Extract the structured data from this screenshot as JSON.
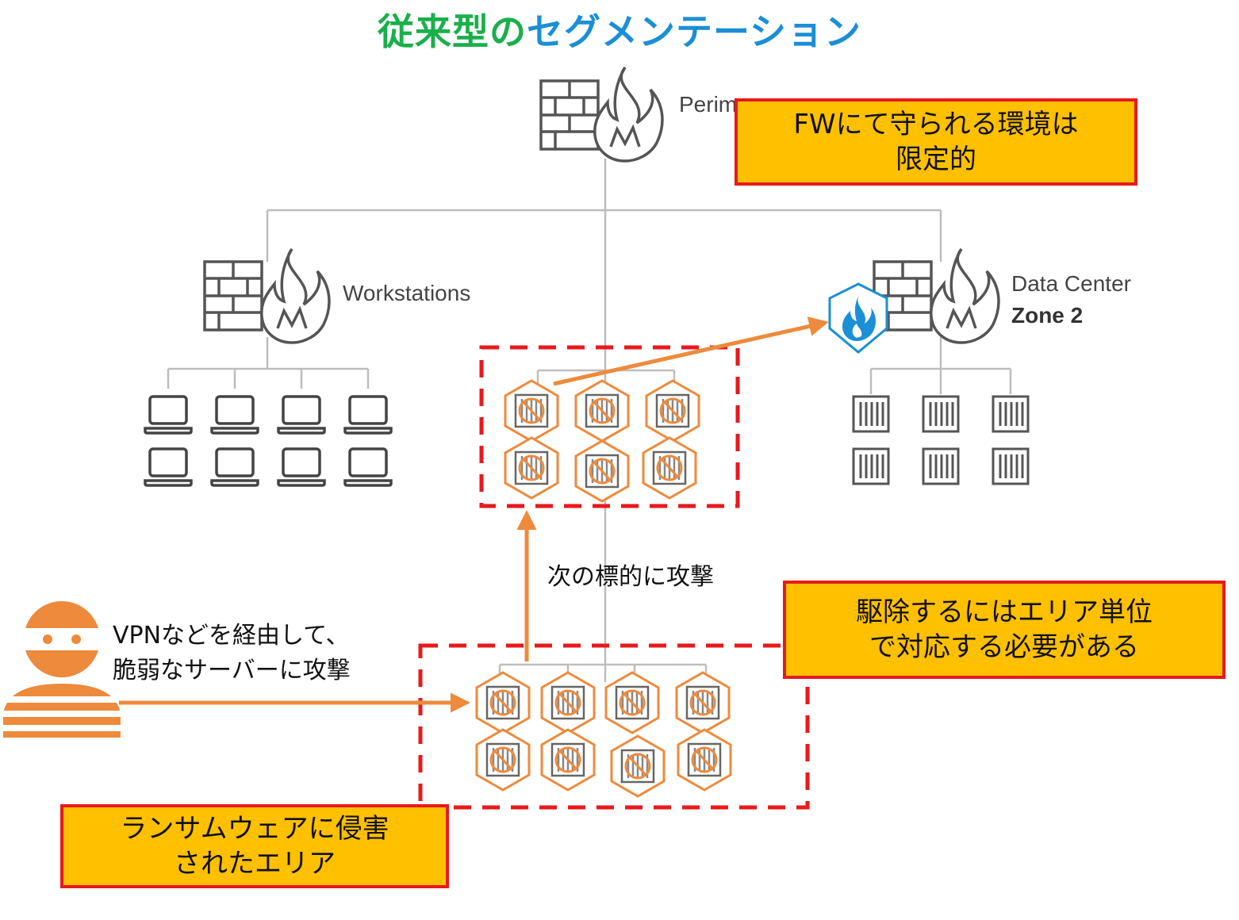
{
  "title": {
    "part1": "従来型の",
    "part2": "セグメンテーション",
    "color1": "#1AAF4B",
    "color2": "#1B8FD6"
  },
  "labels": {
    "perimeter": "Perim",
    "workstations": "Workstations",
    "data_center_line1": "Data Center",
    "data_center_line2": "Zone 2"
  },
  "callouts": {
    "fw_env": {
      "line1": "FWにて守られる環境は",
      "line2": "限定的"
    },
    "remove": {
      "line1": "駆除するにはエリア単位",
      "line2": "で対応する必要がある"
    },
    "ransomware": {
      "line1": "ランサムウェアに侵害",
      "line2": "されたエリア"
    }
  },
  "notes": {
    "next_target": "次の標的に攻撃",
    "vpn_line1": "VPNなどを経由して、",
    "vpn_line2": "脆弱なサーバーに攻撃"
  },
  "colors": {
    "accent": "#EE8A3C",
    "callout_fill": "#FFC000",
    "callout_border": "#E8191C",
    "dash": "#E8191C",
    "shield_blue": "#1B8FD6"
  },
  "icons": [
    "firewall-icon",
    "laptop-icon",
    "server-icon",
    "infected-server-icon",
    "attacker-icon",
    "shield-flame-icon"
  ]
}
